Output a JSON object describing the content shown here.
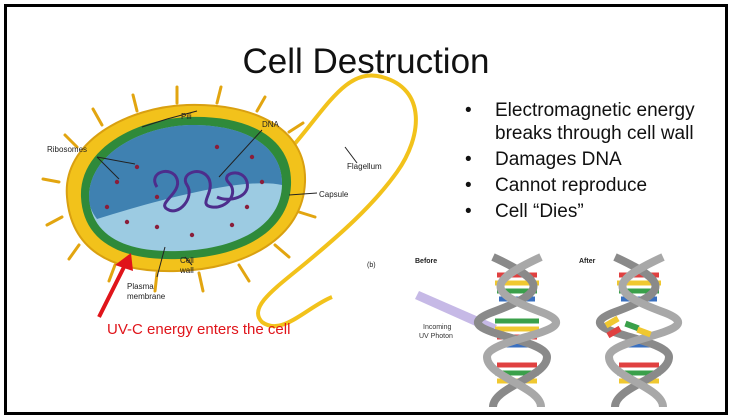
{
  "slide": {
    "title": "Cell Destruction",
    "bullets": [
      "Electromagnetic energy breaks through cell wall",
      "Damages DNA",
      "Cannot reproduce",
      "Cell “Dies”"
    ],
    "bullet_marker": "•",
    "caption": "UV-C energy enters the cell"
  },
  "bacterium_diagram": {
    "labels": {
      "pili": "Pili",
      "dna": "DNA",
      "ribosomes": "Ribosomes",
      "flagellum": "Flagellum",
      "capsule": "Capsule",
      "cell_wall_1": "Cell",
      "cell_wall_2": "wall",
      "plasma_membrane_1": "Plasma",
      "plasma_membrane_2": "membrane",
      "panel_letter": "(b)"
    }
  },
  "dna_diagram": {
    "before_label": "Before",
    "after_label": "After",
    "photon_label_1": "Incoming",
    "photon_label_2": "UV Photon"
  },
  "colors": {
    "arrow": "#e0141a",
    "caption": "#e0141a",
    "capsule": "#f2c21b",
    "cytoplasm": "#7fb9d6",
    "backbone": "#8a8a8a"
  }
}
